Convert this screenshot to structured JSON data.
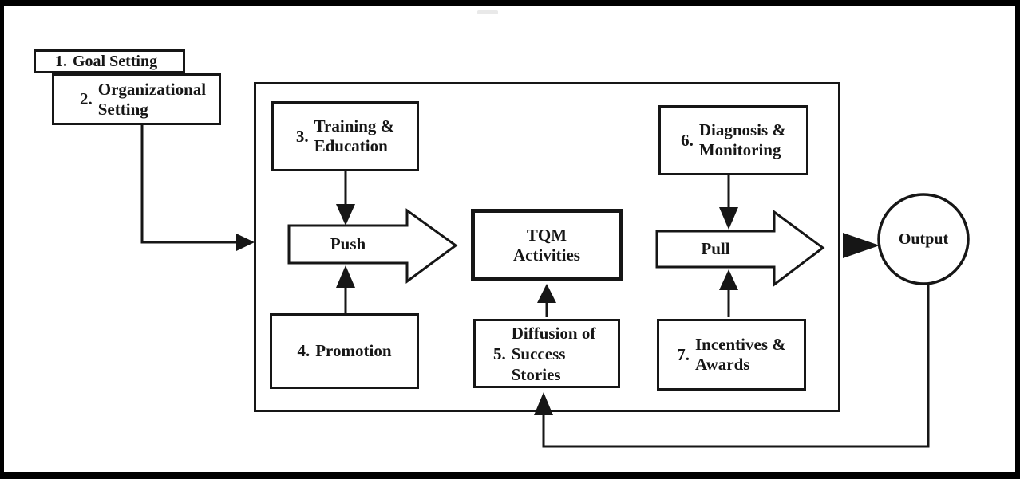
{
  "diagram": {
    "type": "flowchart",
    "description": "TQM implementation flow diagram",
    "colors": {
      "ink": "#161616",
      "paper": "#ffffff",
      "frame": "#000000"
    },
    "nodes": {
      "goal_setting": {
        "prefix": "1.",
        "name": "Goal Setting"
      },
      "org_setting": {
        "prefix": "2.",
        "name": "Organizational\nSetting"
      },
      "training": {
        "prefix": "3.",
        "name": "Training &\nEducation"
      },
      "promotion": {
        "prefix": "4.",
        "name": "Promotion"
      },
      "tqm": {
        "name": "TQM\nActivities"
      },
      "diffusion": {
        "prefix": "5.",
        "name": "Diffusion of\nSuccess\nStories"
      },
      "diagnosis": {
        "prefix": "6.",
        "name": "Diagnosis &\nMonitoring"
      },
      "incentives": {
        "prefix": "7.",
        "name": "Incentives &\nAwards"
      },
      "push": {
        "name": "Push"
      },
      "pull": {
        "name": "Pull"
      },
      "output": {
        "name": "Output"
      }
    },
    "edges": [
      {
        "from": "org_setting",
        "to": "system-container",
        "style": "elbow-right-arrow"
      },
      {
        "from": "training",
        "to": "push",
        "style": "down-arrow"
      },
      {
        "from": "promotion",
        "to": "push",
        "style": "up-arrow"
      },
      {
        "from": "push",
        "to": "tqm",
        "style": "block-arrow-right"
      },
      {
        "from": "diagnosis",
        "to": "pull",
        "style": "down-arrow"
      },
      {
        "from": "incentives",
        "to": "pull",
        "style": "up-arrow"
      },
      {
        "from": "pull",
        "to": "output",
        "style": "block-arrow-right"
      },
      {
        "from": "system-container",
        "to": "output",
        "style": "arrow-right"
      },
      {
        "from": "output",
        "to": "diffusion",
        "style": "feedback-loop-up-arrow"
      }
    ]
  }
}
